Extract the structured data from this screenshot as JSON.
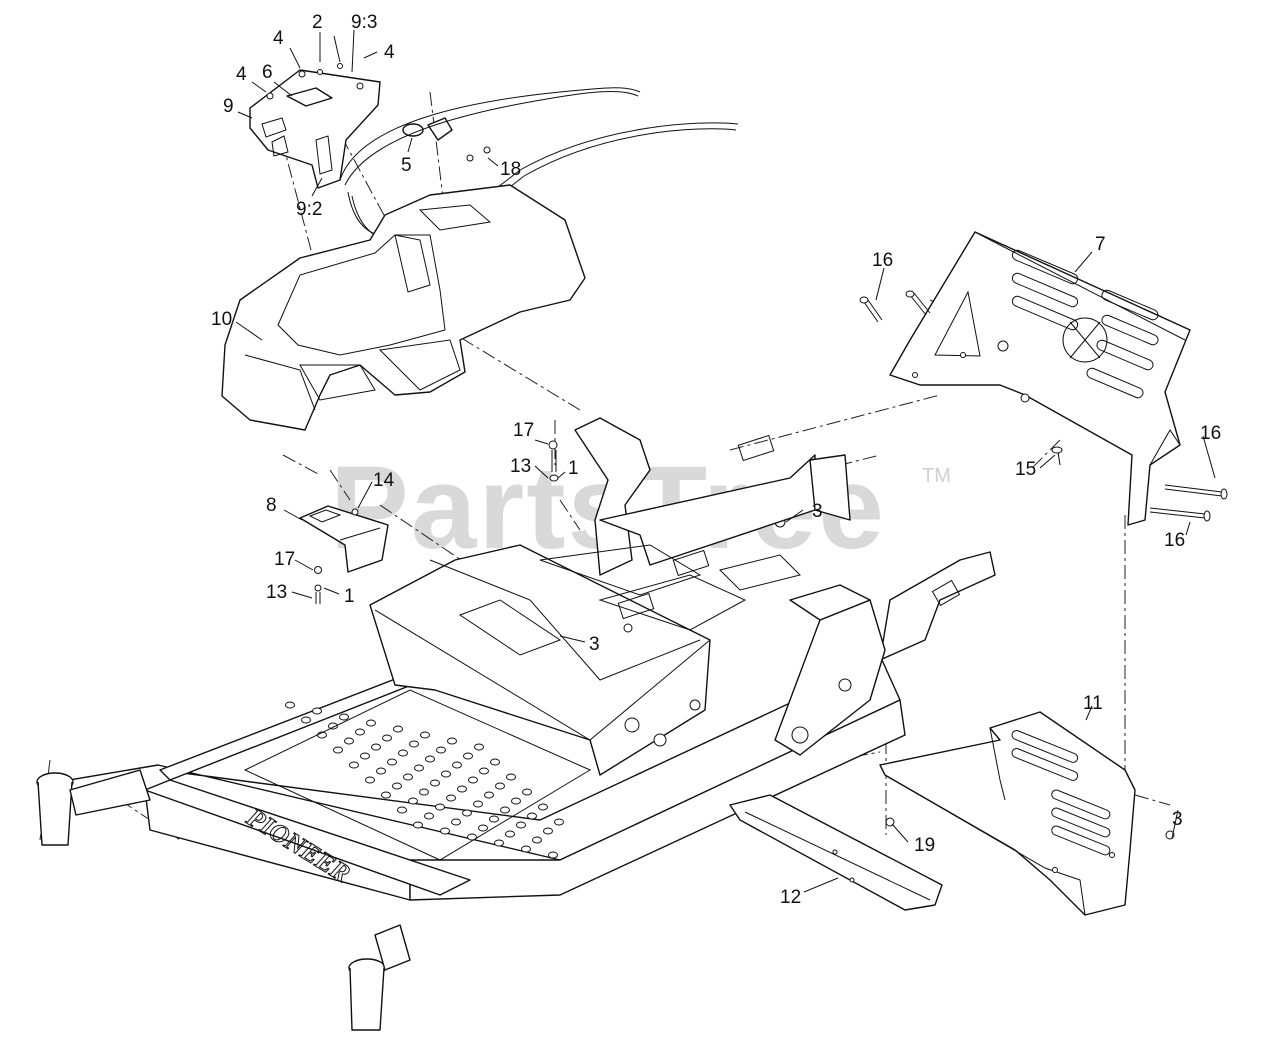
{
  "watermark": {
    "text": "PartsTree",
    "trademark": "TM"
  },
  "brand_mark": "PIONEER",
  "callouts": [
    {
      "id": "c-2",
      "text": "2"
    },
    {
      "id": "c-4a",
      "text": "4"
    },
    {
      "id": "c-93",
      "text": "9:3"
    },
    {
      "id": "c-4b",
      "text": "4"
    },
    {
      "id": "c-4c",
      "text": "4"
    },
    {
      "id": "c-6",
      "text": "6"
    },
    {
      "id": "c-9",
      "text": "9"
    },
    {
      "id": "c-5",
      "text": "5"
    },
    {
      "id": "c-18",
      "text": "18"
    },
    {
      "id": "c-92",
      "text": "9:2"
    },
    {
      "id": "c-10",
      "text": "10"
    },
    {
      "id": "c-16a",
      "text": "16"
    },
    {
      "id": "c-7",
      "text": "7"
    },
    {
      "id": "c-17a",
      "text": "17"
    },
    {
      "id": "c-13a",
      "text": "13"
    },
    {
      "id": "c-1a",
      "text": "1"
    },
    {
      "id": "c-14",
      "text": "14"
    },
    {
      "id": "c-8",
      "text": "8"
    },
    {
      "id": "c-3a",
      "text": "3"
    },
    {
      "id": "c-15",
      "text": "15"
    },
    {
      "id": "c-16b",
      "text": "16"
    },
    {
      "id": "c-16c",
      "text": "16"
    },
    {
      "id": "c-17b",
      "text": "17"
    },
    {
      "id": "c-13b",
      "text": "13"
    },
    {
      "id": "c-1b",
      "text": "1"
    },
    {
      "id": "c-3b",
      "text": "3"
    },
    {
      "id": "c-11",
      "text": "11"
    },
    {
      "id": "c-3c",
      "text": "3"
    },
    {
      "id": "c-19",
      "text": "19"
    },
    {
      "id": "c-12",
      "text": "12"
    }
  ]
}
